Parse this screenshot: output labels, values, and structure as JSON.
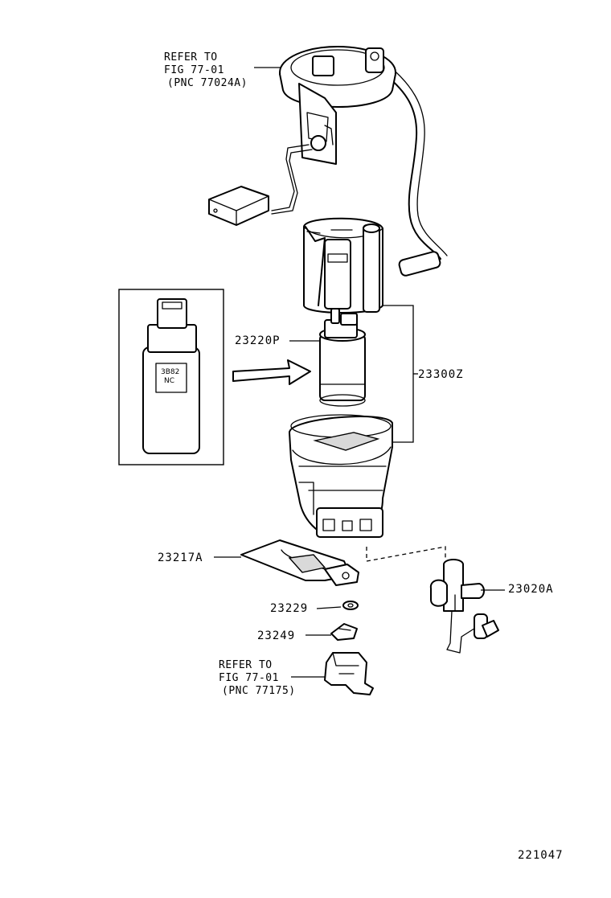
{
  "refer_top": {
    "line1": "REFER TO",
    "line2": "FIG 77-01",
    "line3": "(PNC 77024A)"
  },
  "refer_bottom": {
    "line1": "REFER TO",
    "line2": "FIG 77-01",
    "line3": "(PNC 77175)"
  },
  "parts": {
    "p23220P": "23220P",
    "p23300Z": "23300Z",
    "p23217A": "23217A",
    "p23229": "23229",
    "p23249": "23249",
    "p23020A": "23020A"
  },
  "inset_label": {
    "line1": "3B82",
    "line2": "NC"
  },
  "diagram_id": "221047"
}
